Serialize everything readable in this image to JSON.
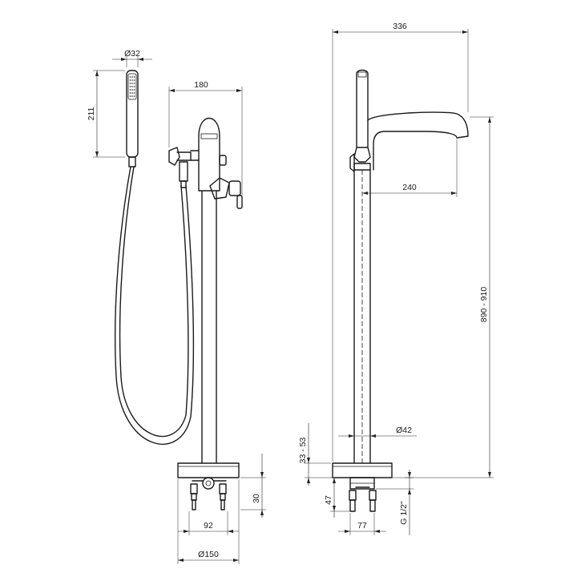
{
  "dimensions": {
    "handshower_diameter": "Ø32",
    "handshower_height": "211",
    "front_width": "180",
    "side_total_width": "336",
    "spout_reach": "240",
    "total_height": "890 - 910",
    "pipe_diameter": "Ø42",
    "base_cover_height": "33 - 53",
    "floor_fixing_depth": "30",
    "fixing_spacing": "92",
    "base_diameter": "Ø150",
    "fixing_height": "47",
    "fixing_width": "77",
    "connection_thread": "G 1/2\""
  }
}
